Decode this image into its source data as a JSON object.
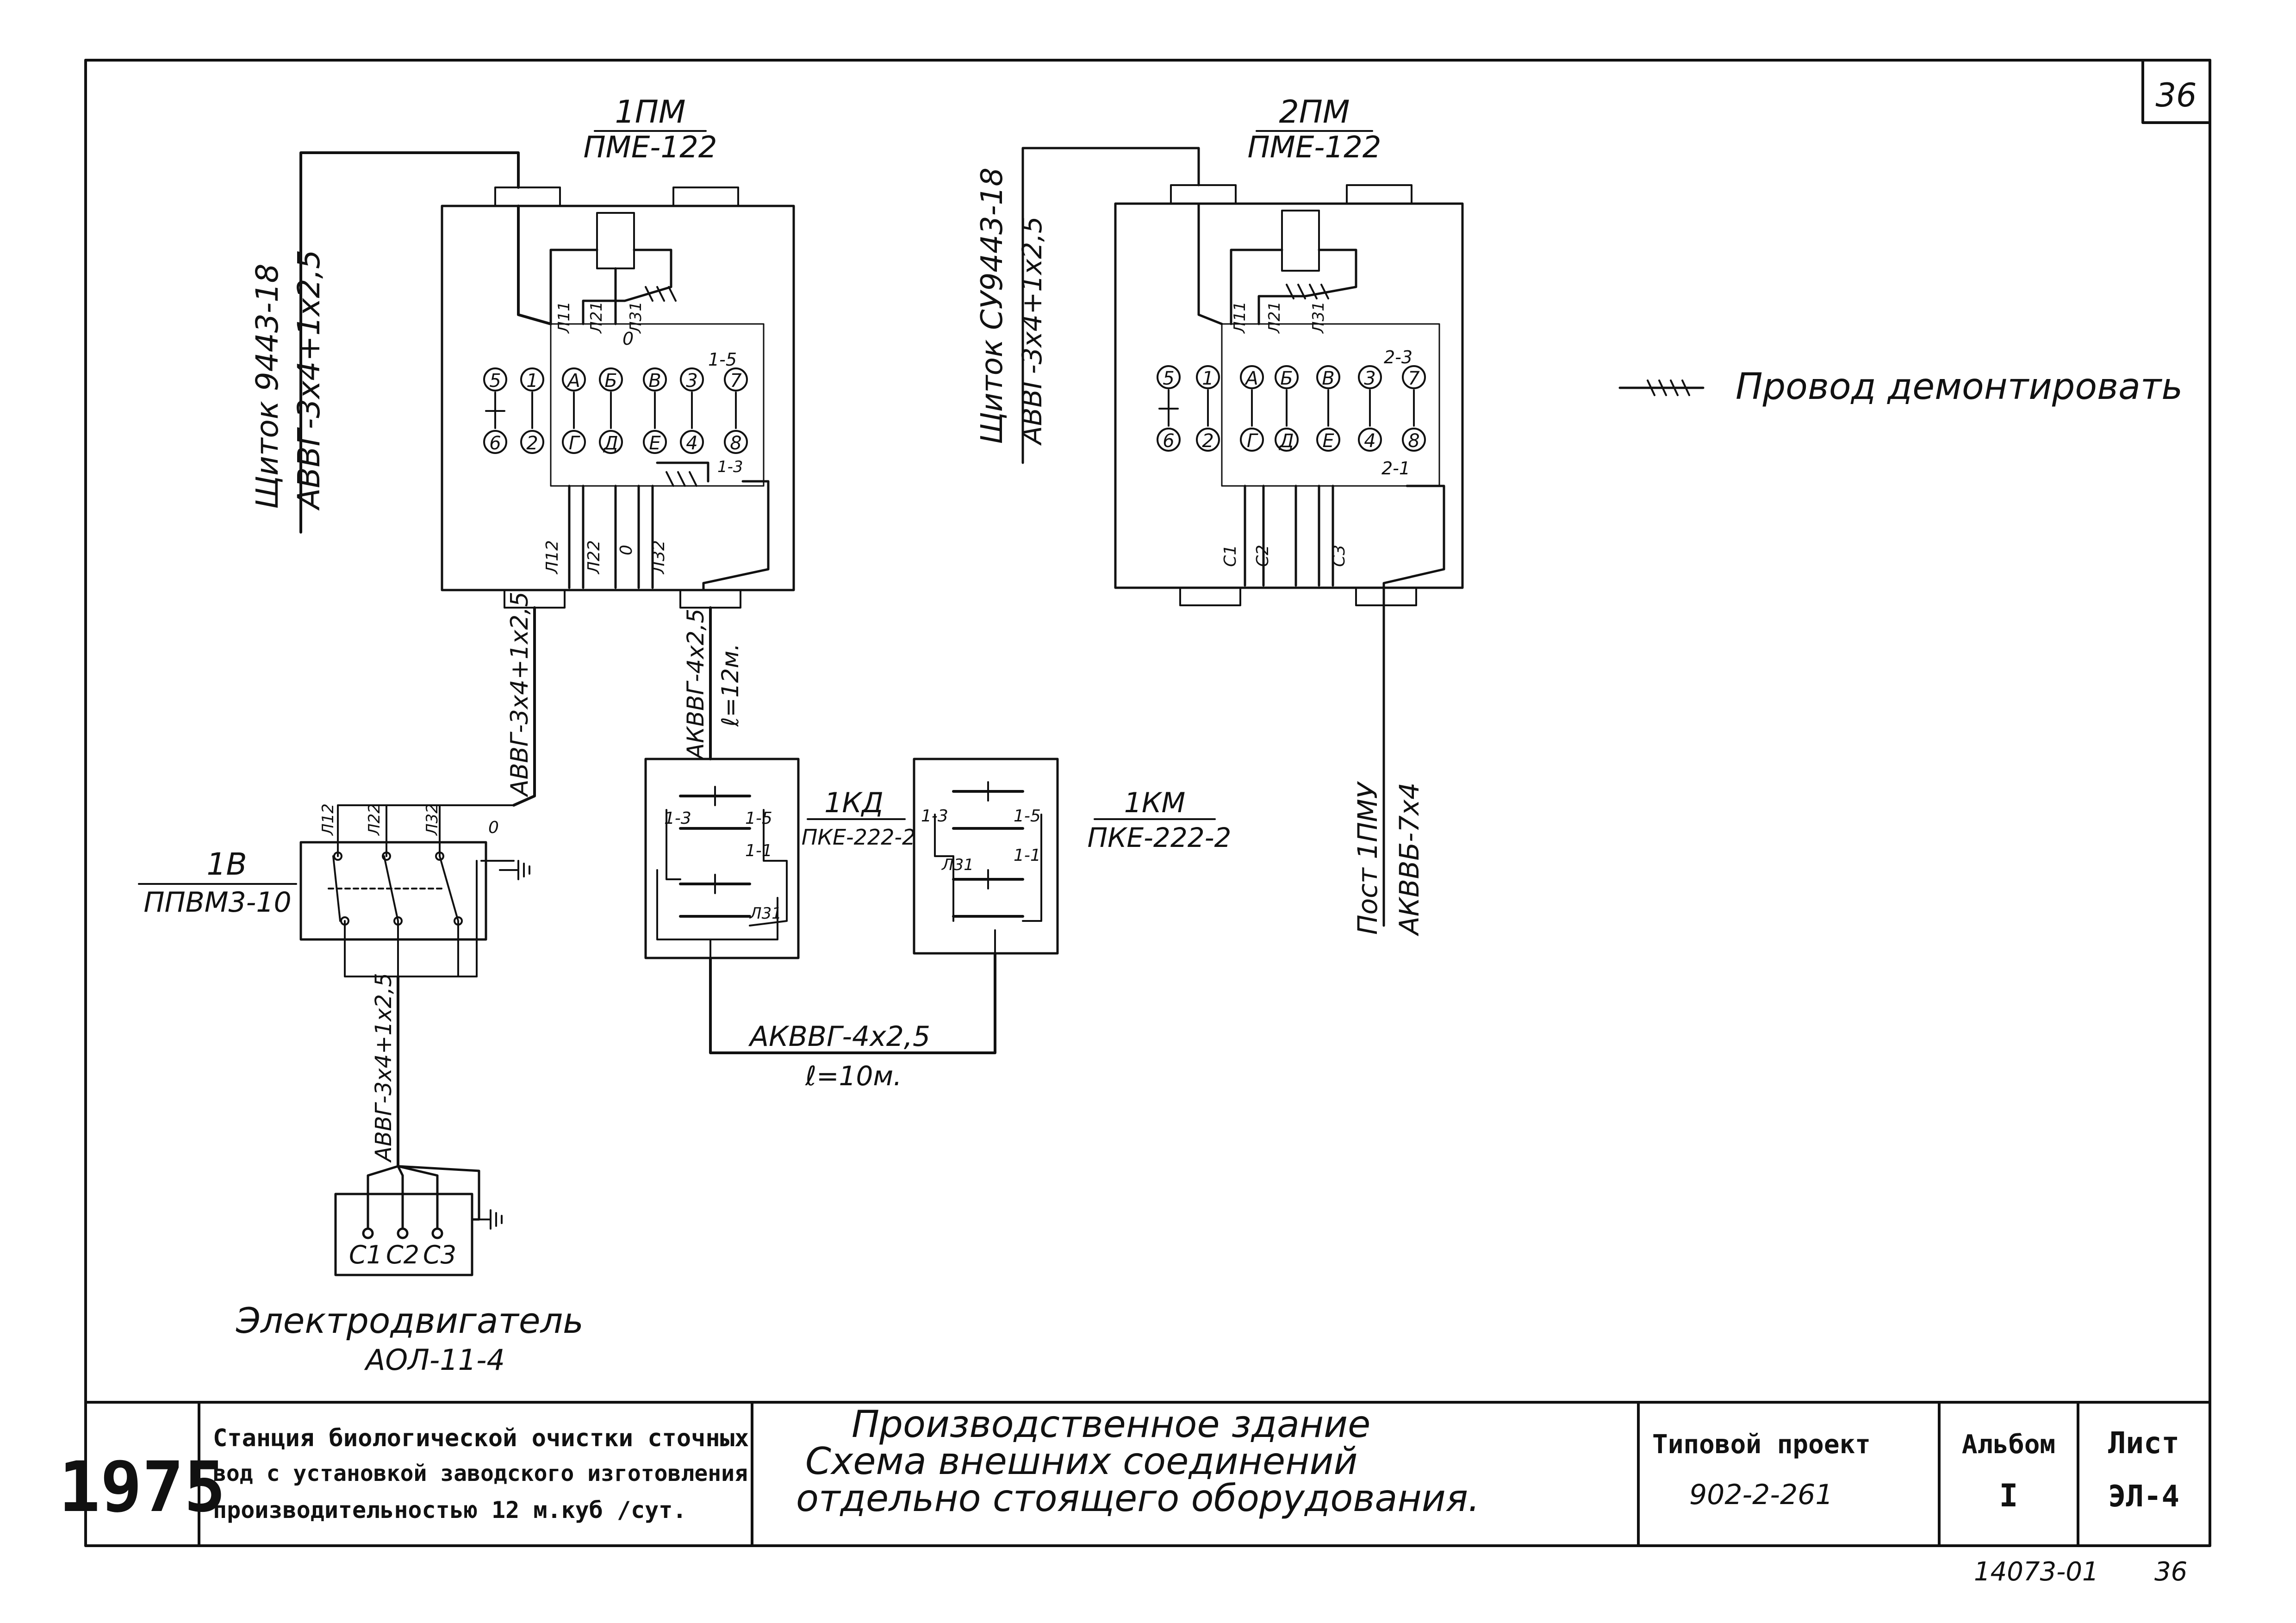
{
  "sheet_number": "36",
  "legend": {
    "text": "Провод демонтировать"
  },
  "starter_1": {
    "title": "1ПМ",
    "model": "ПМЕ-122",
    "cable_top": {
      "line1": "Щиток 9443-18",
      "line2": "АВВГ-3х4+1х2,5"
    },
    "terminals": [
      "5",
      "1",
      "А",
      "Б",
      "В",
      "3",
      "7",
      "6",
      "2",
      "Г",
      "Д",
      "Е",
      "4",
      "8"
    ],
    "wire_tags": [
      "Л11",
      "Л21",
      "Л31",
      "0",
      "1-5",
      "1-3"
    ],
    "bottom_tags": [
      "Л12",
      "Л22",
      "0",
      "Л32"
    ],
    "cable_down": "АВВГ-3х4+1х2,5",
    "cable_control": {
      "line1": "АКВВГ-4х2,5",
      "line2": "ℓ=12м."
    }
  },
  "starter_2": {
    "title": "2ПМ",
    "model": "ПМЕ-122",
    "cable_top": {
      "line1": "Щиток СУ9443-18",
      "line2": "АВВГ-3х4+1х2,5"
    },
    "terminals": [
      "5",
      "1",
      "А",
      "Б",
      "В",
      "3",
      "7",
      "6",
      "2",
      "Г",
      "Д",
      "Е",
      "4",
      "8"
    ],
    "wire_tags": [
      "Л11",
      "Л21",
      "Л31",
      "2-3",
      "2-1"
    ],
    "bottom_tags": [
      "С1",
      "С2",
      "С3"
    ],
    "cable_post": {
      "line1": "Пост 1ПМУ",
      "line2": "АКВВБ-7х4"
    }
  },
  "switch_1v": {
    "title": "1В",
    "model": "ППВМ3-10",
    "tags": [
      "Л12",
      "Л22",
      "Л32",
      "0"
    ],
    "cable_down": "АВВГ-3х4+1х2,5"
  },
  "post_1kd": {
    "title": "1КД",
    "model": "ПКЕ-222-2",
    "tags": [
      "1-3",
      "1-5",
      "1-1",
      "Л31"
    ]
  },
  "post_1km": {
    "title": "1КМ",
    "model": "ПКЕ-222-2",
    "tags": [
      "1-3",
      "1-5",
      "Л31",
      "1-1"
    ]
  },
  "link_cable": {
    "line1": "АКВВГ-4х2,5",
    "line2": "ℓ=10м."
  },
  "motor": {
    "terminals": [
      "C1",
      "C2",
      "C3"
    ],
    "title": "Электродвигатель",
    "model": "АОЛ-11-4"
  },
  "title_block": {
    "year": "1975",
    "organization": [
      "Станция биологической очистки сточных",
      "вод с установкой заводского изготовления",
      "производительностью 12 м.куб /сут."
    ],
    "title": [
      "Производственное здание",
      "Схема внешних соединений",
      "отдельно стоящего оборудования."
    ],
    "project_label": "Типовой проект",
    "project_number": "902-2-261",
    "album_label": "Альбом",
    "album_number": "I",
    "sheet_label": "Лист",
    "sheet_code": "ЭЛ-4"
  },
  "footer": {
    "code": "14073-01",
    "page": "36"
  }
}
